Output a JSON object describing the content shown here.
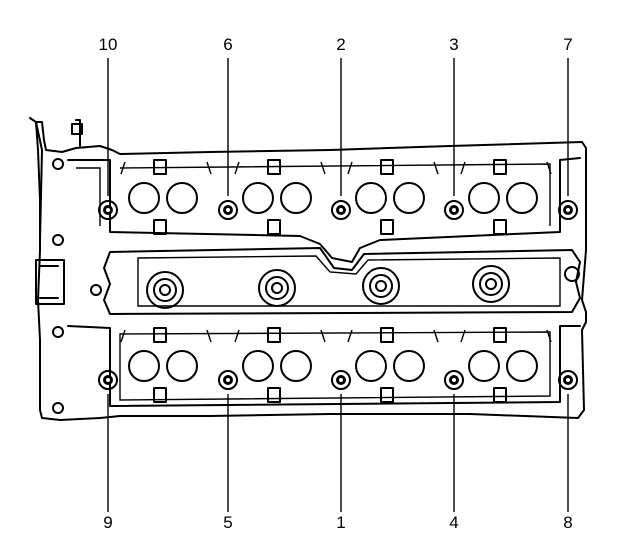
{
  "diagram": {
    "bolts": [
      {
        "label": "1",
        "row": "bottom",
        "seq": 3
      },
      {
        "label": "2",
        "row": "top",
        "seq": 3
      },
      {
        "label": "3",
        "row": "top",
        "seq": 4
      },
      {
        "label": "4",
        "row": "bottom",
        "seq": 4
      },
      {
        "label": "5",
        "row": "bottom",
        "seq": 2
      },
      {
        "label": "6",
        "row": "top",
        "seq": 2
      },
      {
        "label": "7",
        "row": "top",
        "seq": 5
      },
      {
        "label": "8",
        "row": "bottom",
        "seq": 5
      },
      {
        "label": "9",
        "row": "bottom",
        "seq": 1
      },
      {
        "label": "10",
        "row": "top",
        "seq": 1
      }
    ]
  }
}
